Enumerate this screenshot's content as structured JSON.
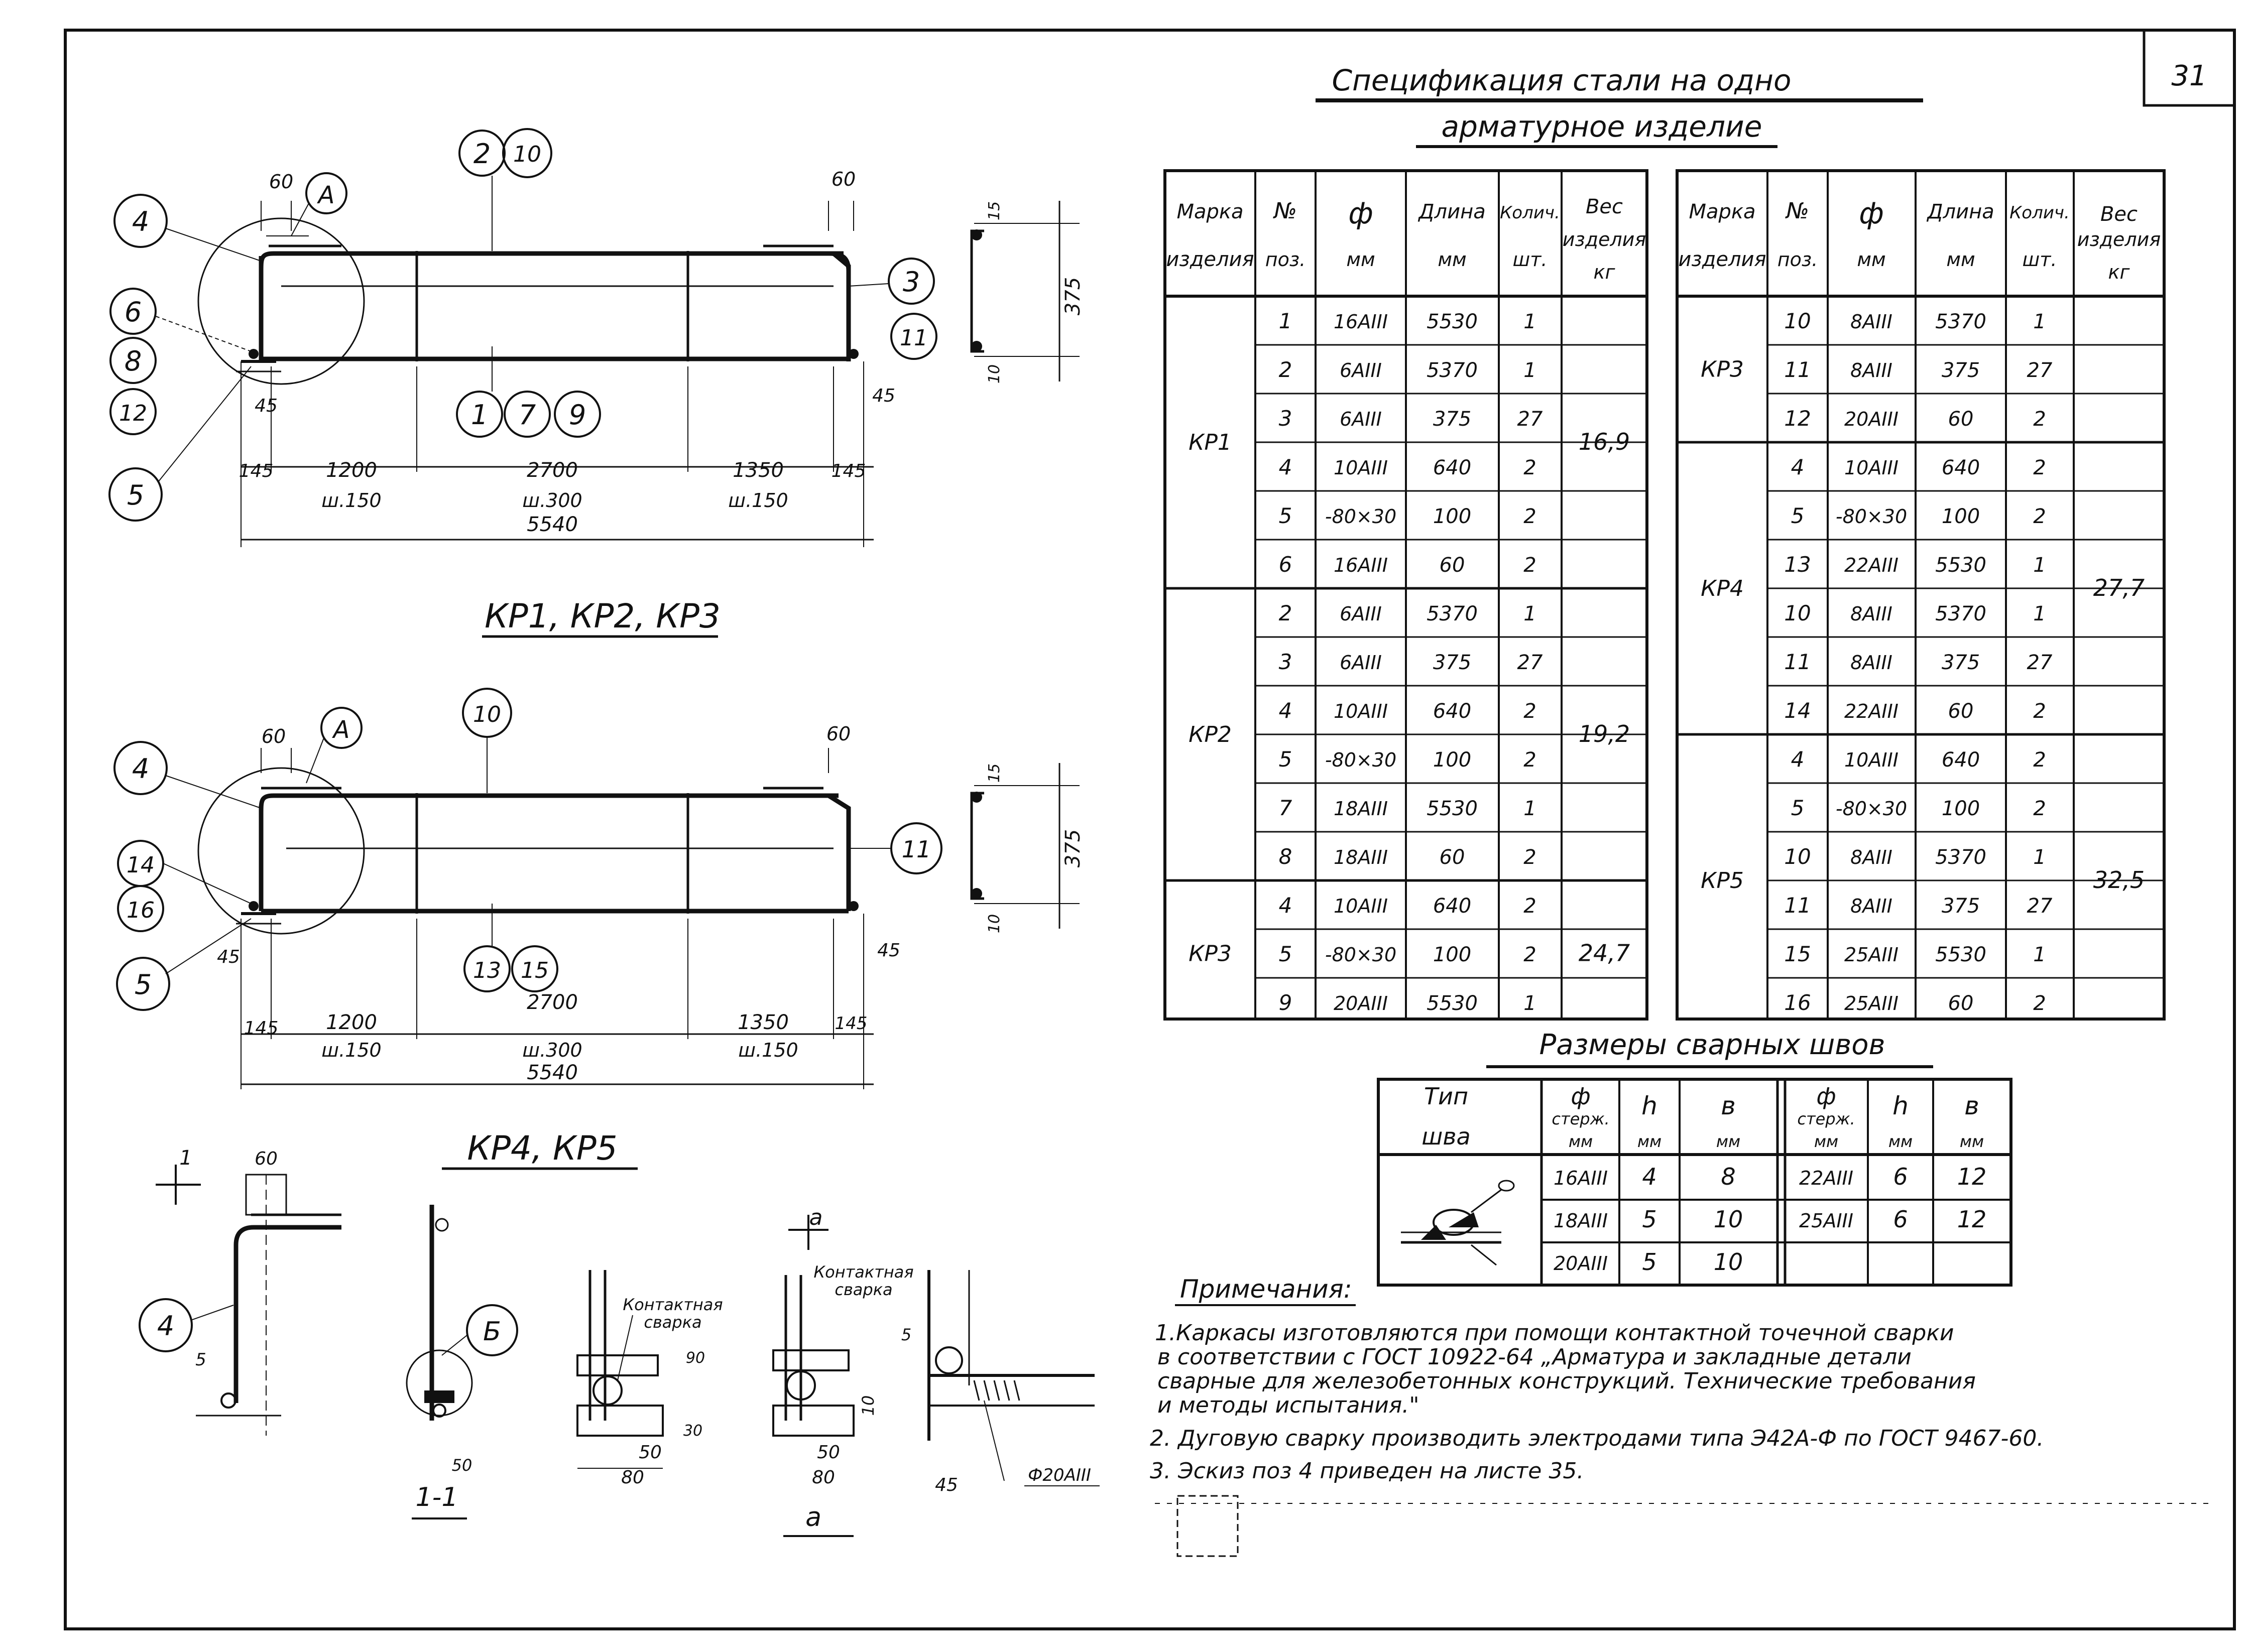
{
  "sheet_number": "31",
  "spec": {
    "title_line1": "Спецификация стали на одно",
    "title_line2": "арматурное изделие",
    "headers": {
      "mark": [
        "Марка",
        "изделия"
      ],
      "pos": [
        "№",
        "поз."
      ],
      "dia": [
        "ф",
        "мм"
      ],
      "dia_right": [
        "ф",
        "мм"
      ],
      "len": [
        "Длина",
        "мм"
      ],
      "qty": [
        "Колич.",
        "шт."
      ],
      "qty_right": [
        "Колич.",
        "шт."
      ],
      "weight": [
        "Вес",
        "изделия",
        "кг"
      ]
    },
    "left_groups": [
      {
        "mark": "КР1",
        "weight": "16,9",
        "rows": [
          {
            "pos": "1",
            "dia": "16АIII",
            "len": "5530",
            "qty": "1"
          },
          {
            "pos": "2",
            "dia": "6АIII",
            "len": "5370",
            "qty": "1"
          },
          {
            "pos": "3",
            "dia": "6АIII",
            "len": "375",
            "qty": "27"
          },
          {
            "pos": "4",
            "dia": "10АIII",
            "len": "640",
            "qty": "2"
          },
          {
            "pos": "5",
            "dia": "-80×30",
            "len": "100",
            "qty": "2"
          },
          {
            "pos": "6",
            "dia": "16АIII",
            "len": "60",
            "qty": "2"
          }
        ]
      },
      {
        "mark": "КР2",
        "weight": "19,2",
        "rows": [
          {
            "pos": "2",
            "dia": "6АIII",
            "len": "5370",
            "qty": "1"
          },
          {
            "pos": "3",
            "dia": "6АIII",
            "len": "375",
            "qty": "27"
          },
          {
            "pos": "4",
            "dia": "10АIII",
            "len": "640",
            "qty": "2"
          },
          {
            "pos": "5",
            "dia": "-80×30",
            "len": "100",
            "qty": "2"
          },
          {
            "pos": "7",
            "dia": "18АIII",
            "len": "5530",
            "qty": "1"
          },
          {
            "pos": "8",
            "dia": "18АIII",
            "len": "60",
            "qty": "2"
          }
        ]
      },
      {
        "mark": "КР3",
        "weight": "24,7",
        "rows": [
          {
            "pos": "4",
            "dia": "10АIII",
            "len": "640",
            "qty": "2"
          },
          {
            "pos": "5",
            "dia": "-80×30",
            "len": "100",
            "qty": "2"
          },
          {
            "pos": "9",
            "dia": "20АIII",
            "len": "5530",
            "qty": "1"
          }
        ]
      }
    ],
    "right_groups": [
      {
        "mark": "КР3",
        "weight": "",
        "rows": [
          {
            "pos": "10",
            "dia": "8АIII",
            "len": "5370",
            "qty": "1"
          },
          {
            "pos": "11",
            "dia": "8АIII",
            "len": "375",
            "qty": "27"
          },
          {
            "pos": "12",
            "dia": "20АIII",
            "len": "60",
            "qty": "2"
          }
        ]
      },
      {
        "mark": "КР4",
        "weight": "27,7",
        "rows": [
          {
            "pos": "4",
            "dia": "10АIII",
            "len": "640",
            "qty": "2"
          },
          {
            "pos": "5",
            "dia": "-80×30",
            "len": "100",
            "qty": "2"
          },
          {
            "pos": "13",
            "dia": "22АIII",
            "len": "5530",
            "qty": "1"
          },
          {
            "pos": "10",
            "dia": "8АIII",
            "len": "5370",
            "qty": "1"
          },
          {
            "pos": "11",
            "dia": "8АIII",
            "len": "375",
            "qty": "27"
          },
          {
            "pos": "14",
            "dia": "22АIII",
            "len": "60",
            "qty": "2"
          }
        ]
      },
      {
        "mark": "КР5",
        "weight": "32,5",
        "rows": [
          {
            "pos": "4",
            "dia": "10АIII",
            "len": "640",
            "qty": "2"
          },
          {
            "pos": "5",
            "dia": "-80×30",
            "len": "100",
            "qty": "2"
          },
          {
            "pos": "10",
            "dia": "8АIII",
            "len": "5370",
            "qty": "1"
          },
          {
            "pos": "11",
            "dia": "8АIII",
            "len": "375",
            "qty": "27"
          },
          {
            "pos": "15",
            "dia": "25АIII",
            "len": "5530",
            "qty": "1"
          },
          {
            "pos": "16",
            "dia": "25АIII",
            "len": "60",
            "qty": "2"
          }
        ]
      }
    ]
  },
  "welds": {
    "title": "Размеры сварных швов",
    "headers": {
      "type": [
        "Тип",
        "шва"
      ],
      "dia": [
        "ф",
        "стерж.",
        "мм"
      ],
      "h": [
        "h",
        "мм"
      ],
      "b": [
        "в",
        "мм"
      ]
    },
    "left_rows": [
      {
        "dia": "16АIII",
        "h": "4",
        "b": "8"
      },
      {
        "dia": "18АIII",
        "h": "5",
        "b": "10"
      },
      {
        "dia": "20АIII",
        "h": "5",
        "b": "10"
      }
    ],
    "right_rows": [
      {
        "dia": "22АIII",
        "h": "6",
        "b": "12"
      },
      {
        "dia": "25АIII",
        "h": "6",
        "b": "12"
      }
    ]
  },
  "notes": {
    "title": "Примечания:",
    "lines": [
      "1.Каркасы изготовляются при помощи контактной точечной сварки",
      "в соответствии с ГОСТ 10922-64 „Арматура и закладные детали",
      "сварные для железобетонных конструкций. Технические требования",
      "и методы испытания.\"",
      "2. Дуговую сварку производить электродами типа Э42А-Ф по ГОСТ 9467-60.",
      "3. Эскиз поз 4 приведен на листе 35."
    ]
  },
  "drawings": {
    "caption_top": "КР1, КР2, КР3",
    "caption_bottom": "КР4, КР5",
    "dims": {
      "d60": "60",
      "d145": "145",
      "d1200": "1200",
      "d2700": "2700",
      "d1350": "1350",
      "d5540": "5540",
      "d45": "45",
      "d375": "375",
      "d15": "15",
      "d10": "10",
      "s150": "ш.150",
      "s300": "ш.300",
      "d50": "50",
      "d80": "80",
      "d30": "30",
      "d5": "5",
      "d90": "90"
    },
    "marks_top": {
      "m4": "4",
      "m6": "6",
      "m8": "8",
      "m12": "12",
      "m5": "5",
      "m2": "2",
      "m10": "10",
      "m3": "3",
      "m11": "11",
      "m1": "1",
      "m7": "7",
      "m9": "9",
      "mA": "А"
    },
    "marks_bottom": {
      "m4": "4",
      "m14": "14",
      "m16": "16",
      "m5": "5",
      "m10": "10",
      "m11": "11",
      "m13": "13",
      "m15": "15",
      "mA": "А"
    },
    "details": {
      "m4": "4",
      "mB": "Б",
      "section_1": "1",
      "section_1_1": "1-1",
      "section_a": "а",
      "section_a_a": "а",
      "contact_weld": [
        "Контактная",
        "сварка"
      ],
      "rod_label": "Ф20АIII"
    }
  }
}
